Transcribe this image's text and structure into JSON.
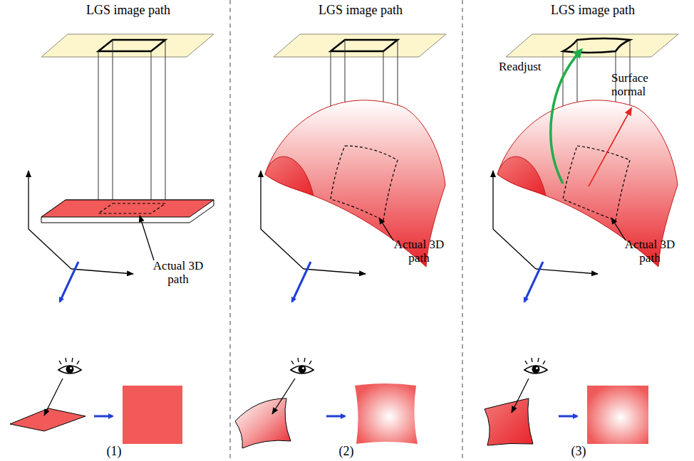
{
  "diagram": {
    "labels": [
      "LGS image path",
      "LGS image path",
      "LGS image path",
      "Actual 3D path",
      "Actual 3D path",
      "Readjust",
      "Surface normal",
      "Actual 3D path",
      "(1)",
      "(2)",
      "(3)"
    ]
  }
}
